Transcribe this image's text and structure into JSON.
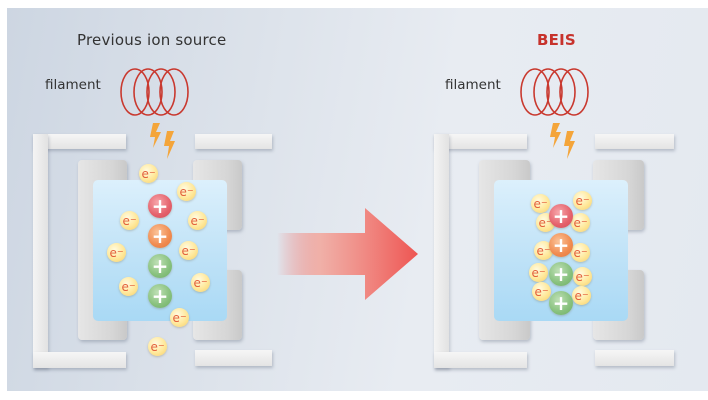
{
  "diagram": {
    "panels": [
      {
        "id": "previous",
        "title": "Previous ion source",
        "filament_label": "filament",
        "electron_symbol": "e",
        "electron_charge": "−",
        "ion_symbol": "+",
        "ions": [
          "red",
          "orange",
          "green",
          "green"
        ],
        "electron_count": 10
      },
      {
        "id": "beis",
        "title": "BEIS",
        "filament_label": "filament",
        "electron_symbol": "e",
        "electron_charge": "−",
        "ion_symbol": "+",
        "ions": [
          "red",
          "orange",
          "green",
          "green"
        ],
        "electron_count": 10
      }
    ],
    "arrow": {
      "direction": "right",
      "meaning": "improvement"
    },
    "colors": {
      "title_previous": "#333333",
      "title_beis": "#c7322c",
      "filament": "#c9392f",
      "spark": "#f4a53a",
      "arrow": "#f0605a",
      "chamber": "#bfe2f7"
    }
  }
}
